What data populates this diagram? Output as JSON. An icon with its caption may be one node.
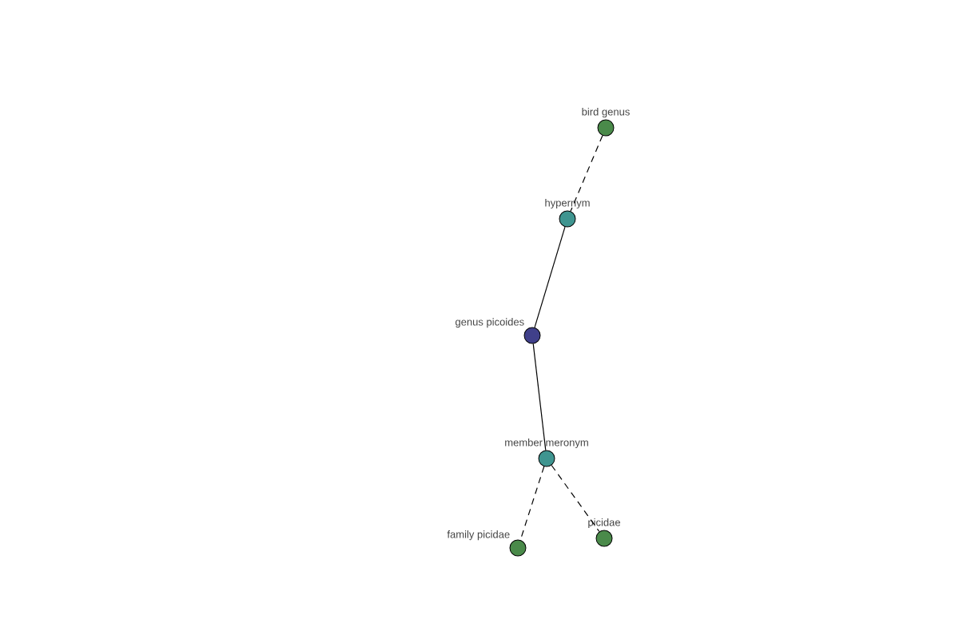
{
  "diagram": {
    "nodes": [
      {
        "text": [
          "bird genus"
        ]
      },
      {
        "text": [
          "hypernym"
        ]
      },
      {
        "text": [
          "genus picoides"
        ]
      },
      {
        "text": [
          "member meronym"
        ]
      },
      {
        "text": [
          "family picidae"
        ]
      },
      {
        "text": [
          "picidae"
        ]
      }
    ],
    "edges": [
      {
        "from": 0,
        "to": 1,
        "arrow": "none",
        "style": "dashed"
      },
      {
        "from": 1,
        "to": 2,
        "arrow": "none"
      },
      {
        "from": 2,
        "to": 3,
        "arrow": "none"
      },
      {
        "from": 3,
        "to": 4,
        "arrow": "none",
        "style": "dashed"
      },
      {
        "from": 3,
        "to": 5,
        "arrow": "none",
        "style": "dashed"
      }
    ]
  }
}
